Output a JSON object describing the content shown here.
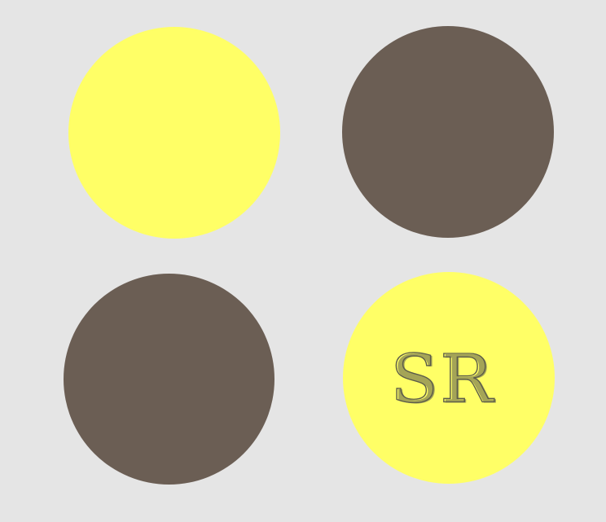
{
  "colors": {
    "background": "#e5e5e5",
    "yellow": "#ffff66",
    "brown": "#6b5e54"
  },
  "circles": [
    {
      "id": "top-left",
      "color": "yellow"
    },
    {
      "id": "top-right",
      "color": "brown"
    },
    {
      "id": "bottom-left",
      "color": "brown"
    },
    {
      "id": "bottom-right",
      "color": "yellow",
      "text": "SR"
    }
  ]
}
